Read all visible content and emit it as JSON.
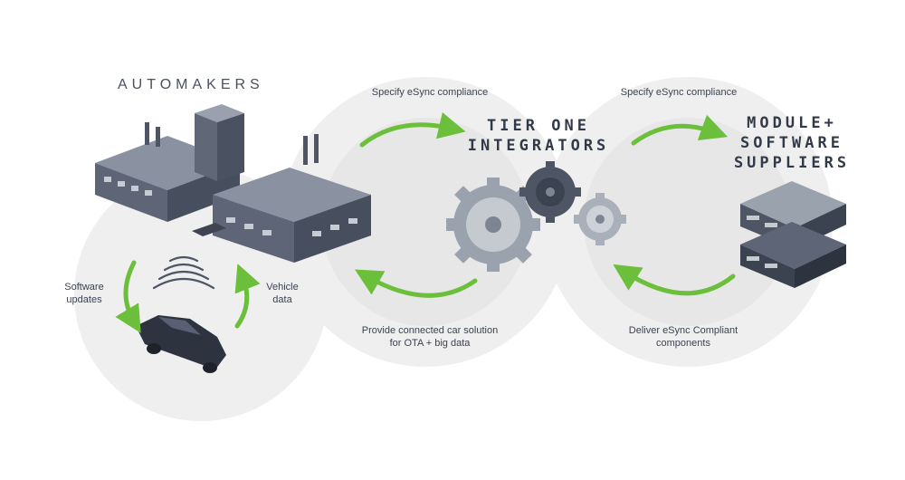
{
  "nodes": {
    "automakers": {
      "label": "AUTOMAKERS"
    },
    "tier_one": {
      "line1": "TIER ONE",
      "line2": "INTEGRATORS"
    },
    "suppliers": {
      "line1": "MODULE+",
      "line2": "SOFTWARE",
      "line3": "SUPPLIERS"
    }
  },
  "flows": {
    "specify_left": "Specify eSync compliance",
    "specify_right": "Specify eSync compliance",
    "provide_line1": "Provide connected car solution",
    "provide_line2": "for OTA + big data",
    "deliver_line1": "Deliver eSync Compliant",
    "deliver_line2": "components",
    "software_line1": "Software",
    "software_line2": "updates",
    "vehicle_line1": "Vehicle",
    "vehicle_line2": "data"
  },
  "colors": {
    "arrow": "#6cbf3a",
    "circle": "#efefef",
    "building": "#5d6577",
    "gear": "#9aa2ad",
    "gear_dark": "#4e5666"
  }
}
